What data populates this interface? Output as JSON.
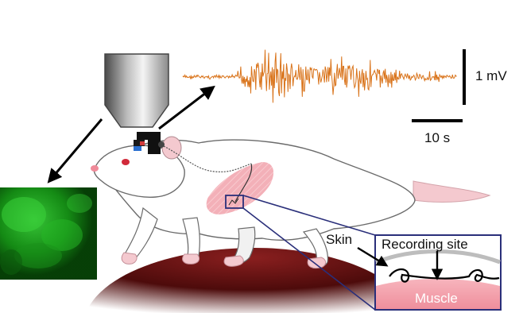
{
  "scale_bars": {
    "voltage_label": "1 mV",
    "time_label": "10 s"
  },
  "inset": {
    "skin_label": "Skin",
    "recording_label": "Recording site",
    "muscle_label": "Muscle"
  },
  "colors": {
    "emg_trace": "#d9731a",
    "fluorescence": "#1fae1f",
    "muscle_patch": "#f2a7b0",
    "inset_border": "#2a2f7a",
    "dome": "#5a0c0c"
  },
  "icons": {
    "objective": "microscope-objective-icon",
    "head_device": "head-mounted-device-icon",
    "rat": "rat-illustration"
  }
}
